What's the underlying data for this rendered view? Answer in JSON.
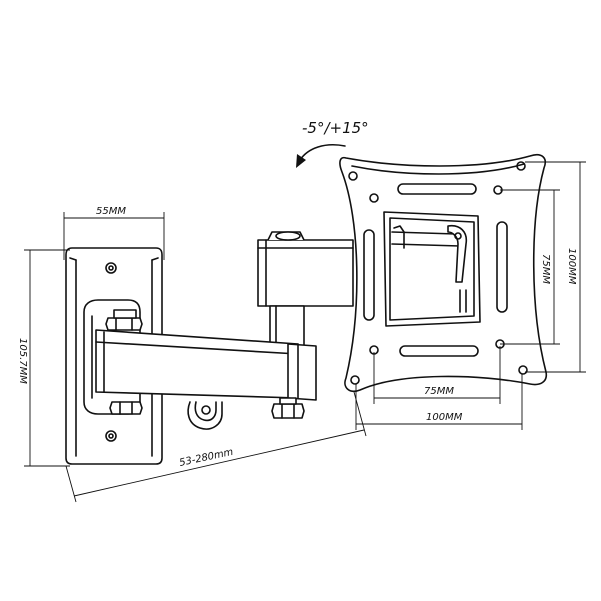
{
  "labels": {
    "tilt": "-5°/+15°",
    "wall_plate_width": "55MM",
    "wall_plate_height": "105.7MM",
    "arm_extension": "53-280mm",
    "vesa_inner_h": "75MM",
    "vesa_outer_h": "100MM",
    "vesa_inner_v": "75MM",
    "vesa_outer_v": "100MM"
  }
}
